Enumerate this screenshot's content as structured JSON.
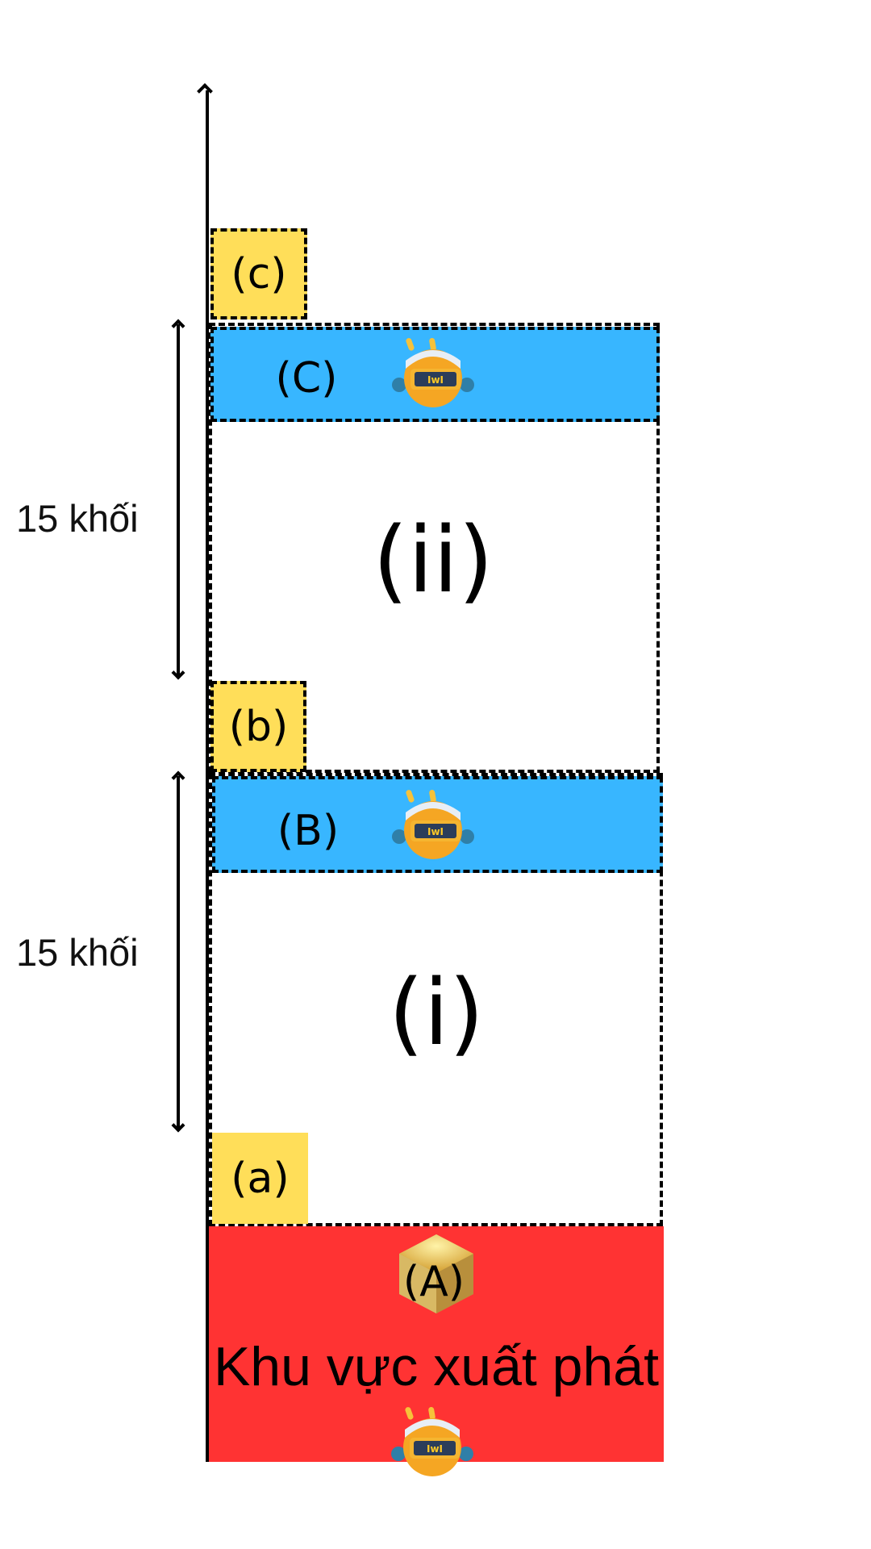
{
  "diagram": {
    "axis": {
      "direction": "up"
    },
    "measurements": [
      {
        "label": "15 khối",
        "spans_region": "ii"
      },
      {
        "label": "15 khối",
        "spans_region": "i"
      }
    ],
    "regions": [
      {
        "id": "ii",
        "label": "(ii)",
        "target_label": "(C)",
        "marker_label": "(b)"
      },
      {
        "id": "i",
        "label": "(i)",
        "target_label": "(B)",
        "marker_label": "(a)"
      }
    ],
    "top_marker": {
      "label": "(c)"
    },
    "start_zone": {
      "label": "Khu vực xuất phát",
      "cube_label": "(A)"
    },
    "colors": {
      "target_zone": "#38b6ff",
      "marker": "#ffde59",
      "start_zone": "#ff3333"
    },
    "icons": {
      "robot": "robot-icon",
      "cube": "cube-icon"
    }
  }
}
